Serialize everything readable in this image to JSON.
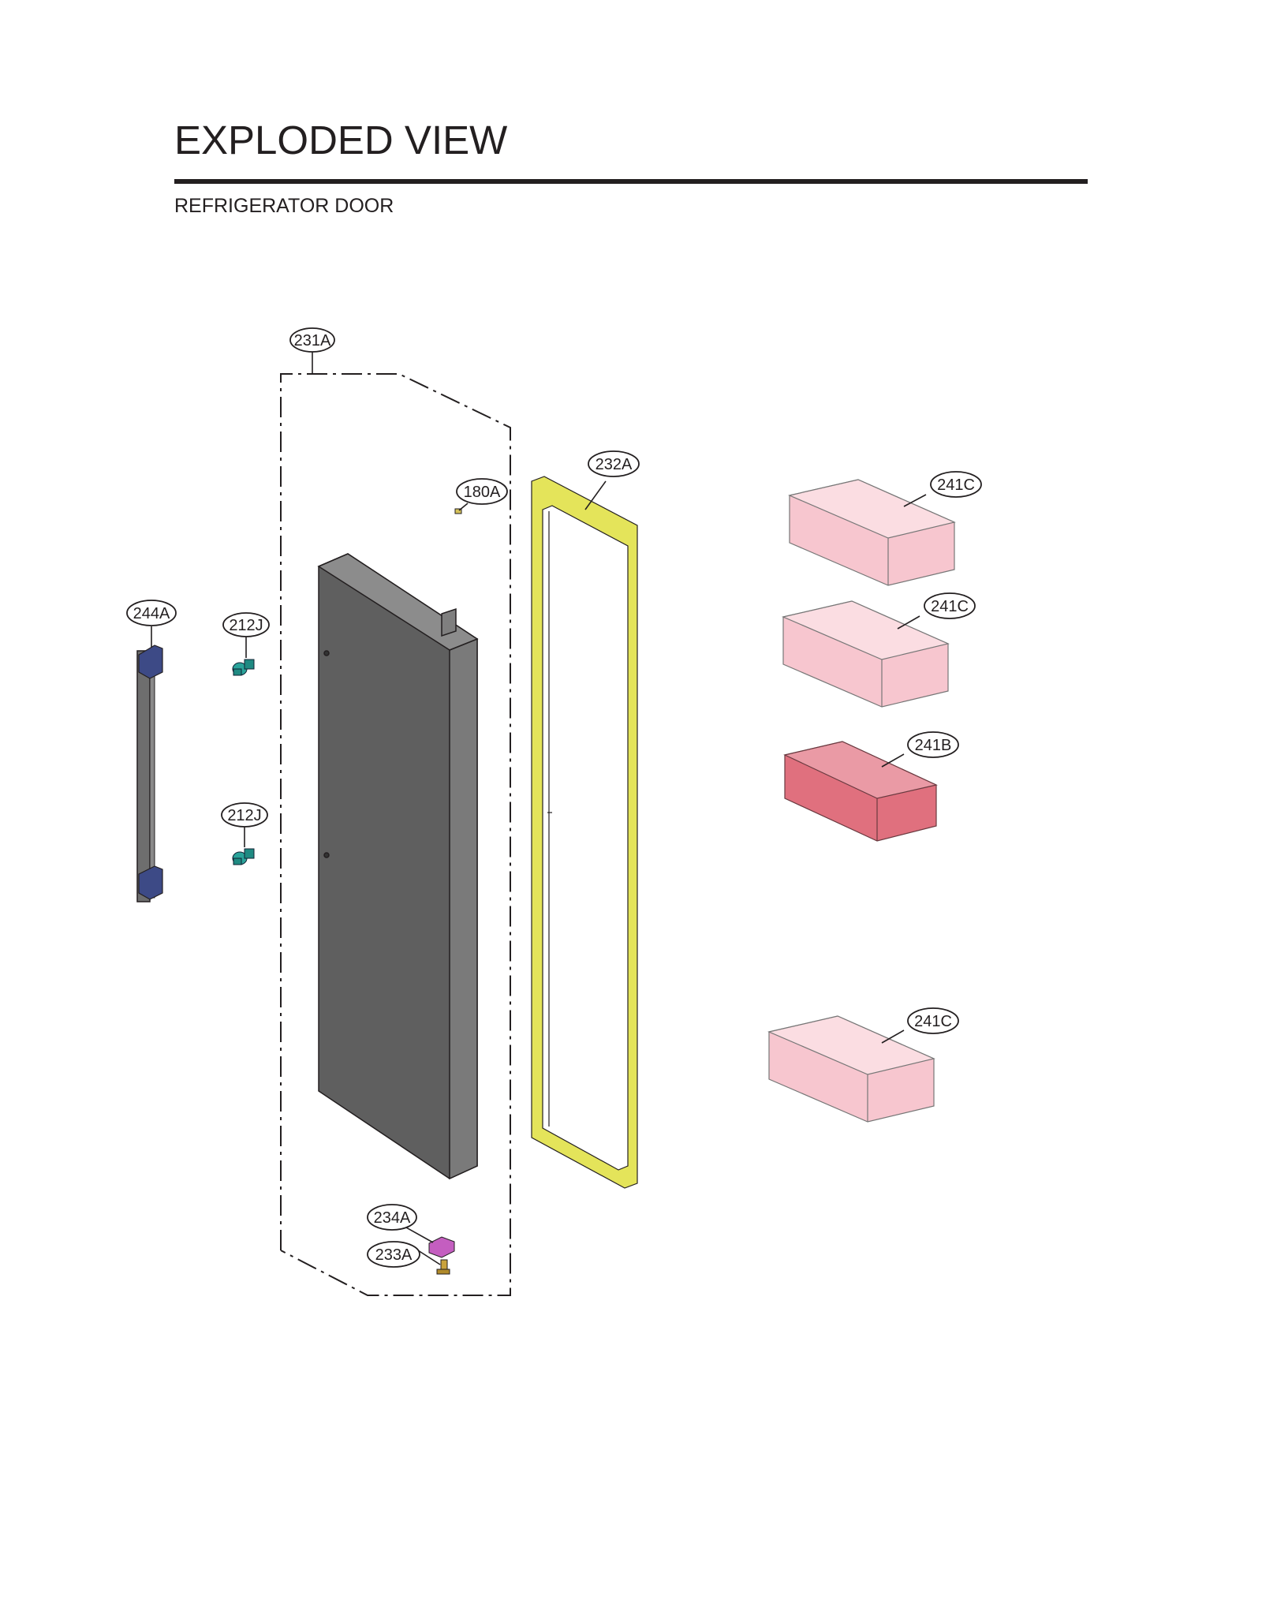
{
  "header": {
    "title": "EXPLODED VIEW",
    "subtitle": "REFRIGERATOR DOOR"
  },
  "callouts": [
    {
      "id": "231A"
    },
    {
      "id": "232A"
    },
    {
      "id": "180A"
    },
    {
      "id": "244A"
    },
    {
      "id": "212J"
    },
    {
      "id": "212J"
    },
    {
      "id": "241C"
    },
    {
      "id": "241C"
    },
    {
      "id": "241B"
    },
    {
      "id": "241C"
    },
    {
      "id": "234A"
    },
    {
      "id": "233A"
    }
  ],
  "colors": {
    "door": "#5f5f5f",
    "gasket": "#e4e45a",
    "handle": "#6e6e6e",
    "handle_cap": "#3d4a86",
    "screw": "#2aa39a",
    "basket_light": "#f7c6cf",
    "basket_dark": "#e0707e",
    "hinge_cover": "#c45ec0",
    "hinge_pin": "#c9a23c"
  }
}
